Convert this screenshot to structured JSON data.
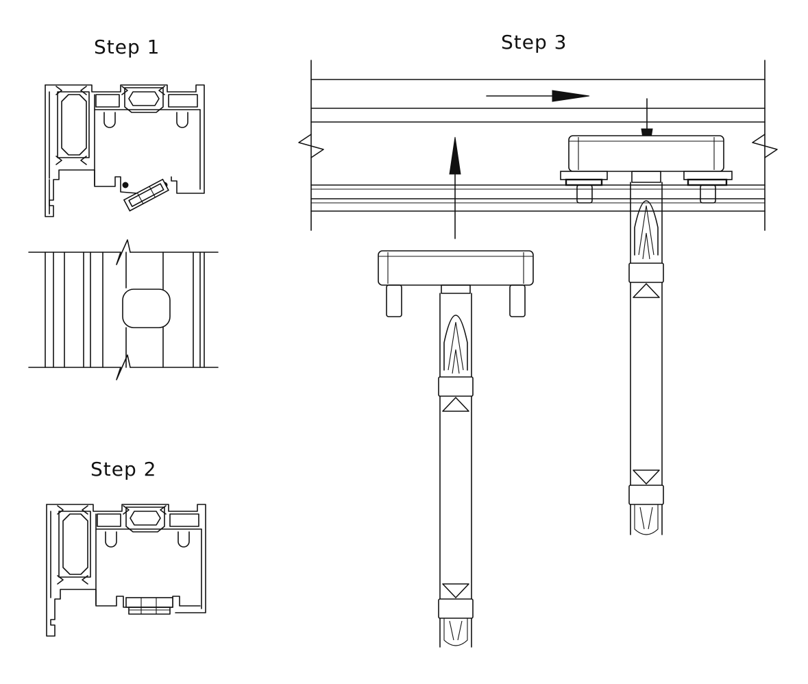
{
  "steps": {
    "step1": "Step 1",
    "step2": "Step 2",
    "step3": "Step 3"
  },
  "colors": {
    "line": "#111111",
    "background": "#ffffff"
  }
}
